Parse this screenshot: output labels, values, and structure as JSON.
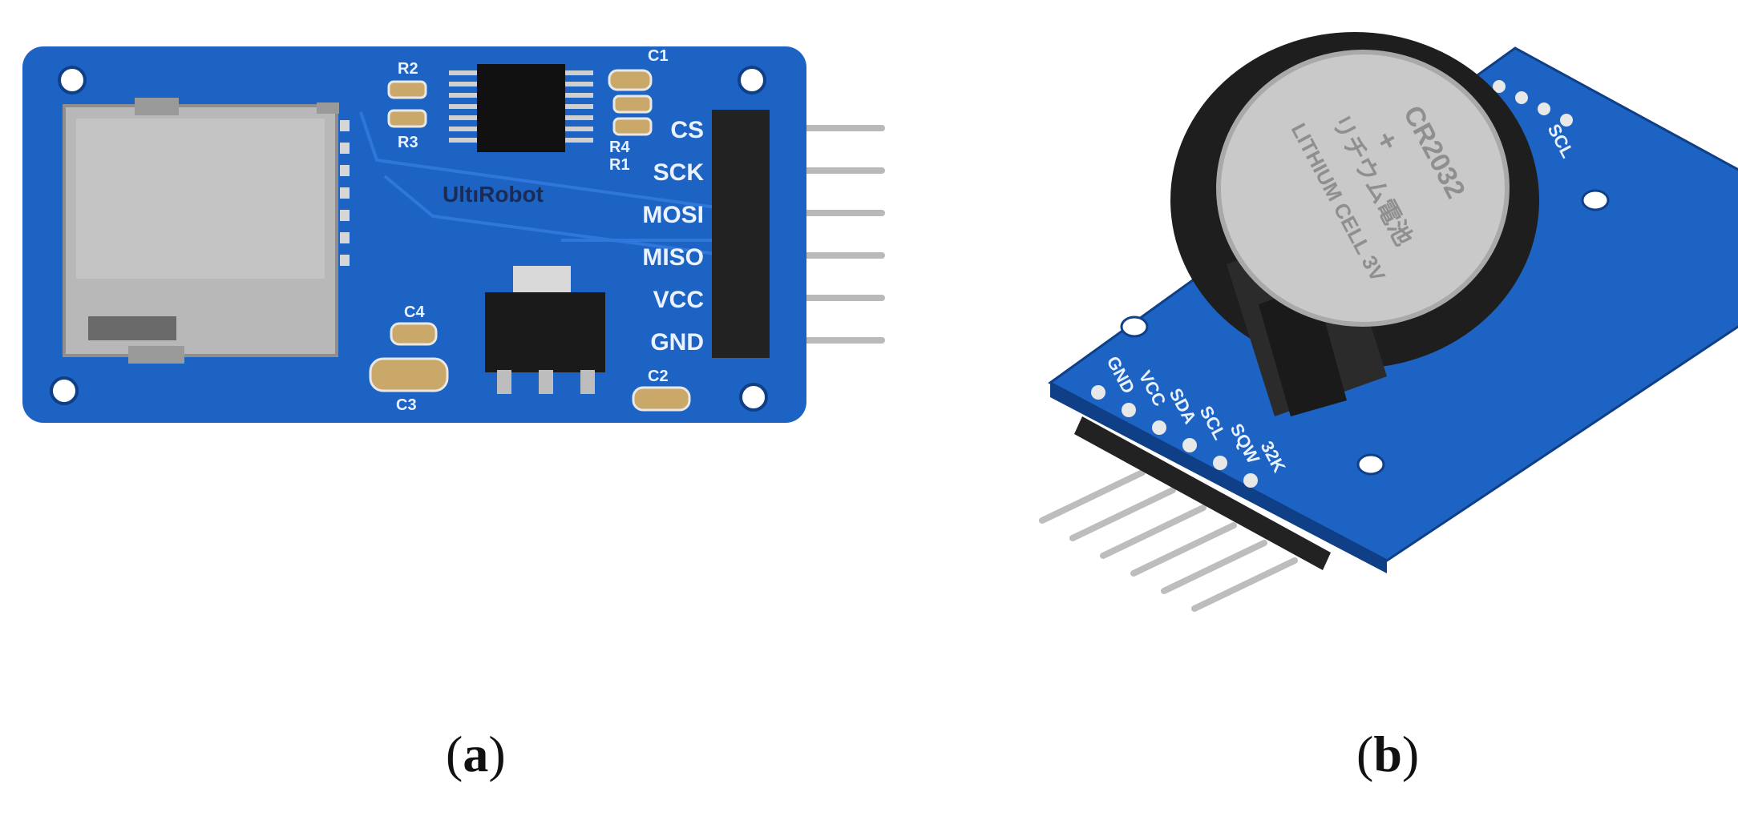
{
  "figure": {
    "panel_a": {
      "caption_letter": "a",
      "module": "sd-card-module",
      "brand_text": "UltıRobot",
      "pin_labels": [
        "CS",
        "SCK",
        "MOSI",
        "MISO",
        "VCC",
        "GND"
      ],
      "component_labels": {
        "r2": "R2",
        "r3": "R3",
        "r4": "R4",
        "r1": "R1",
        "c1": "C1",
        "c2": "C2",
        "c3": "C3",
        "c4": "C4"
      },
      "colors": {
        "pcb": "#1d63c4",
        "pins": "#b9b9b9",
        "header": "#222222"
      }
    },
    "panel_b": {
      "caption_letter": "b",
      "module": "rtc-module",
      "pin_labels": [
        "GND",
        "VCC",
        "SDA",
        "SCL",
        "SQW",
        "32K"
      ],
      "top_pin_label": "SCL",
      "coin_cell_lines": [
        "CR2032",
        "+",
        "リチウム電池",
        "LITHIUM CELL 3V"
      ],
      "colors": {
        "pcb": "#1d63c4",
        "coin": "#c9c9c9",
        "holder": "#1e1e1e"
      }
    },
    "caption_parens": {
      "open": "(",
      "close": ")"
    }
  }
}
